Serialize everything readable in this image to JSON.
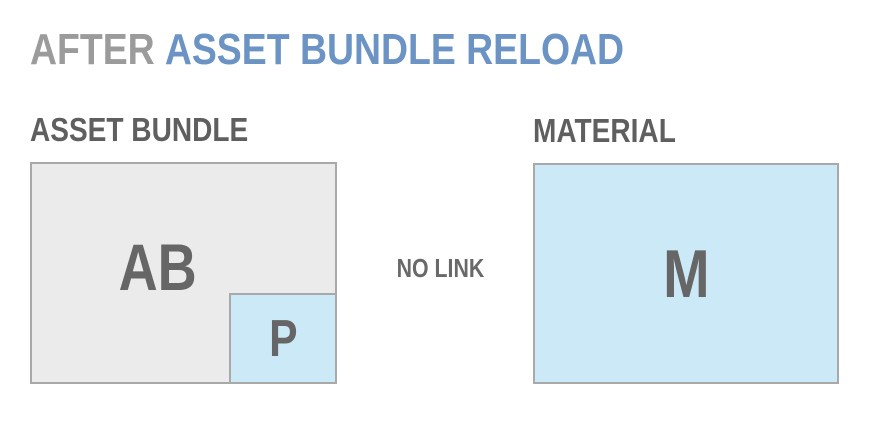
{
  "title": {
    "prefix": "AFTER",
    "highlight": "ASSET BUNDLE RELOAD"
  },
  "asset_bundle": {
    "label": "ASSET BUNDLE",
    "letter": "AB",
    "sub_letter": "P"
  },
  "material": {
    "label": "MATERIAL",
    "letter": "M"
  },
  "relation": {
    "label": "NO LINK"
  },
  "colors": {
    "title_prefix": "#9b9b9b",
    "title_highlight": "#6b93c4",
    "label_text": "#5f5f5f",
    "letter_text": "#666666",
    "box_border": "#a9a9a9",
    "asset_bundle_fill": "#ebebeb",
    "linked_asset_fill": "#cbe9f6",
    "background": "#ffffff"
  }
}
